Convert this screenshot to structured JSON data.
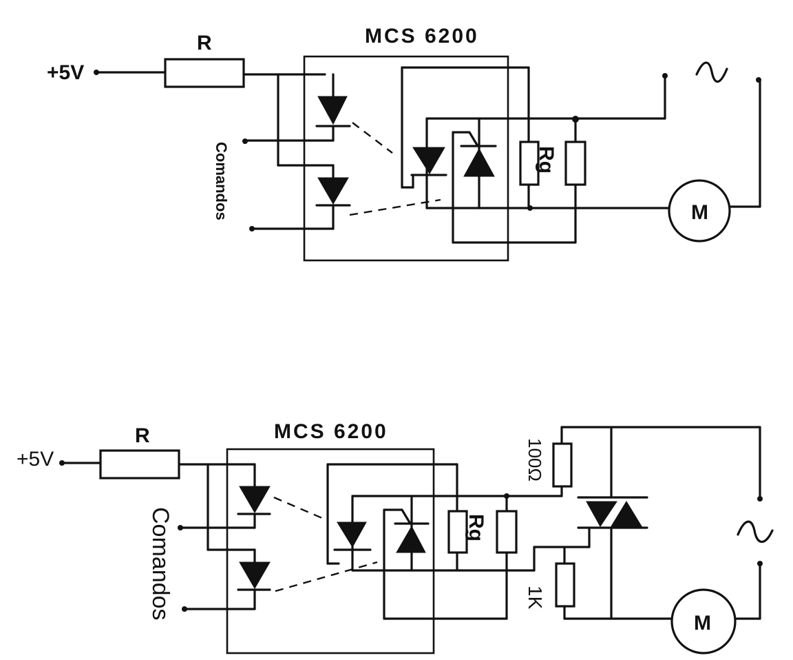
{
  "circuit_top": {
    "supply_label": "+5V",
    "resistor_label": "R",
    "chip_label": "MCS 6200",
    "commands_label": "Comandos",
    "gate_resistor_label": "Rg",
    "motor_label": "M"
  },
  "circuit_bottom": {
    "supply_label": "+5V",
    "resistor_label": "R",
    "chip_label": "MCS 6200",
    "commands_label": "Comandos",
    "gate_resistor_label": "Rg",
    "resistor_100_label": "100Ω",
    "resistor_1k_label": "1K",
    "motor_label": "M"
  },
  "icons": {
    "ac_source": "ac-sine-icon",
    "motor": "motor-icon",
    "diode": "led-diode-icon",
    "triac": "triac-icon"
  }
}
